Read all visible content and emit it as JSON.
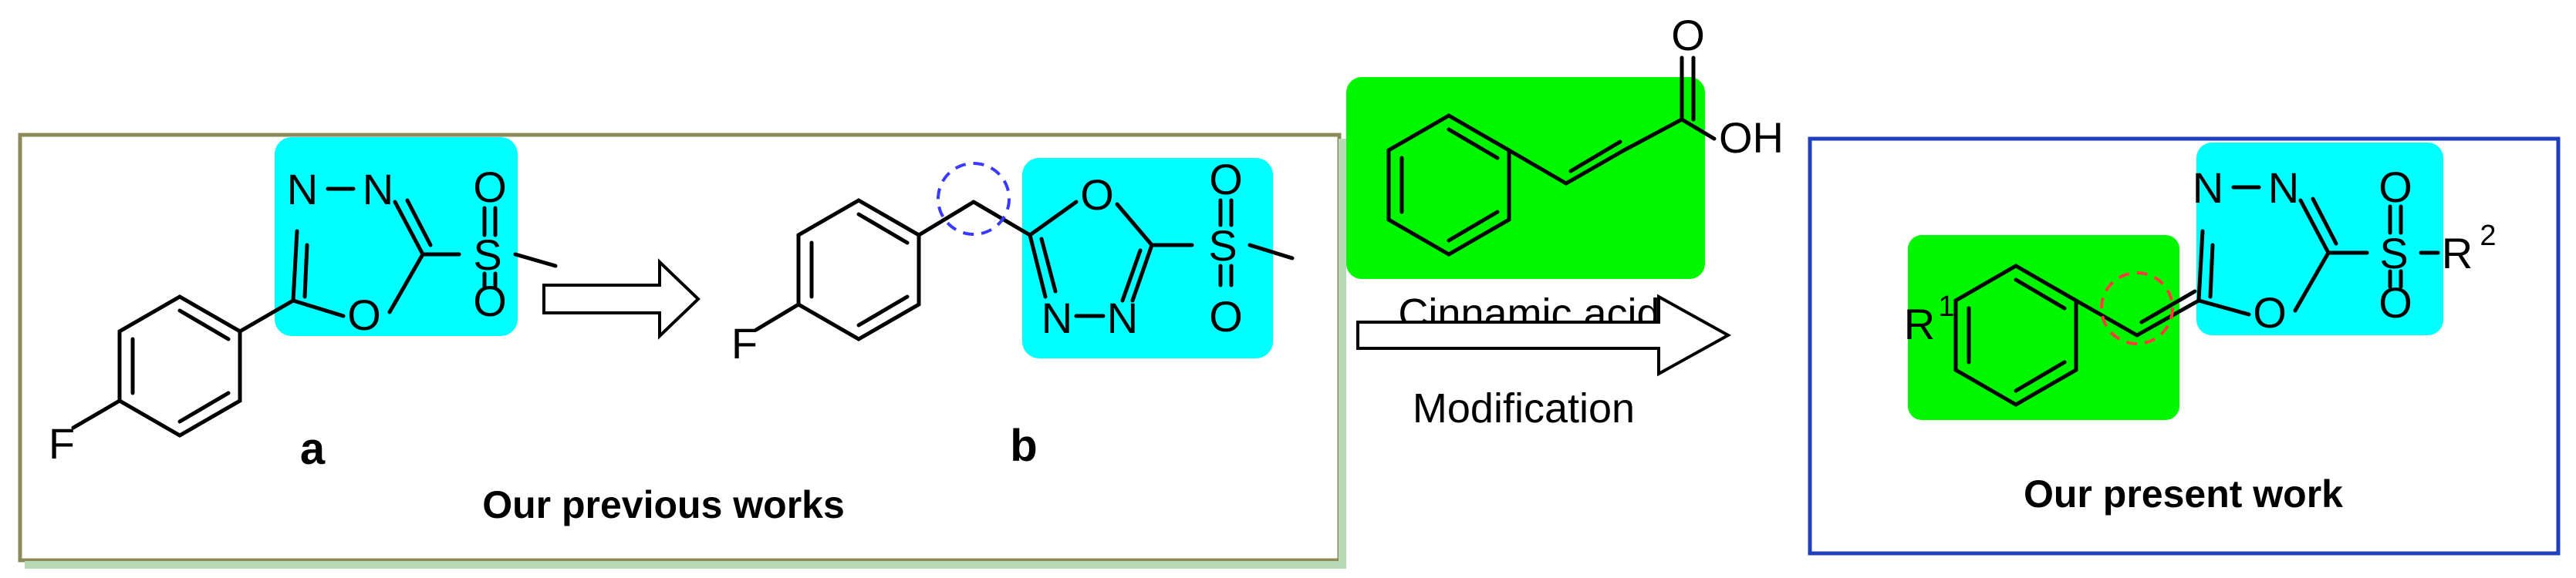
{
  "previous_works": {
    "caption": "Our previous works",
    "compound_a": {
      "label": "a",
      "atoms": {
        "fluorine": "F",
        "n1": "N",
        "n2": "N",
        "o_ring": "O",
        "sulfur": "S",
        "o_top": "O",
        "o_bottom": "O"
      }
    },
    "compound_b": {
      "label": "b",
      "atoms": {
        "fluorine": "F",
        "o_ring": "O",
        "n1": "N",
        "n2": "N",
        "sulfur": "S",
        "o_top": "O",
        "o_bottom": "O"
      }
    }
  },
  "cinnamic_acid": {
    "name": "Cinnamic acid",
    "atoms": {
      "o_carbonyl": "O",
      "hydroxyl": "OH"
    }
  },
  "transformation": {
    "label": "Modification"
  },
  "present_work": {
    "caption": "Our present work",
    "atoms": {
      "r1": "R",
      "r1_sup": "1",
      "n1": "N",
      "n2": "N",
      "o_ring": "O",
      "sulfur": "S",
      "o_top": "O",
      "o_bottom": "O",
      "r2": "R",
      "r2_sup": "2"
    }
  },
  "colors": {
    "cyan_highlight": "#00FFFF",
    "green_highlight": "#00F700",
    "left_box_border": "#8B8B5A",
    "right_box_border": "#1F3FBF",
    "blue_dashed_circle": "#3A3AFF",
    "red_dashed_circle": "#FF3B3B"
  }
}
